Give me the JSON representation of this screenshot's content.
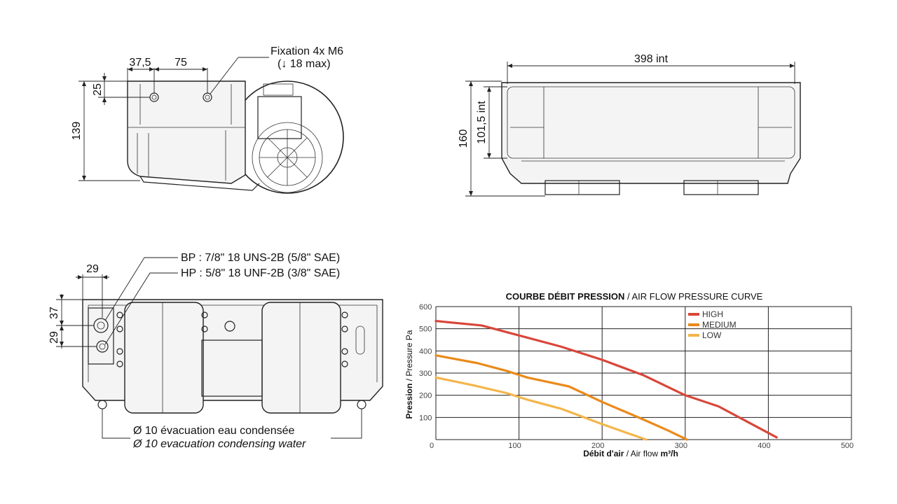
{
  "side_view": {
    "dim_37_5": "37,5",
    "dim_75": "75",
    "dim_25": "25",
    "dim_139": "139",
    "fixation_line1": "Fixation 4x M6",
    "fixation_line2": "(↓ 18 max)"
  },
  "front_view": {
    "dim_398": "398 int",
    "dim_101_5": "101,5 int",
    "dim_160": "160"
  },
  "rear_view": {
    "dim_29_top": "29",
    "dim_37": "37",
    "dim_29_left": "29",
    "bp_label": "BP : 7/8\" 18 UNS-2B (5/8\" SAE)",
    "hp_label": "HP : 5/8\" 18 UNF-2B (3/8\" SAE)",
    "drain_fr": "Ø 10 évacuation eau condensée",
    "drain_en": "Ø 10 evacuation condensing water"
  },
  "chart_data": {
    "type": "line",
    "title_bold": "COURBE DÉBIT PRESSION",
    "title_sep": " / ",
    "title_rest": "AIR FLOW PRESSURE CURVE",
    "xlabel_bold": "Débit d'air",
    "xlabel_rest": " / Air flow ",
    "xlabel_unit": "m³/h",
    "ylabel_bold": "Pression",
    "ylabel_rest": " / Pressure Pa",
    "xlim": [
      0,
      500
    ],
    "ylim": [
      0,
      600
    ],
    "x_ticks": [
      "0",
      "100",
      "200",
      "300",
      "400",
      "500"
    ],
    "y_ticks": [
      "100",
      "200",
      "300",
      "400",
      "500",
      "600"
    ],
    "grid": true,
    "legend_position": "top-center",
    "series": [
      {
        "name": "HIGH",
        "color": "#d9463a",
        "x": [
          0,
          55,
          100,
          150,
          200,
          250,
          300,
          340,
          380,
          410
        ],
        "y": [
          535,
          515,
          470,
          420,
          360,
          290,
          200,
          150,
          70,
          10
        ]
      },
      {
        "name": "MEDIUM",
        "color": "#ea8a1a",
        "x": [
          0,
          50,
          85,
          110,
          160,
          200,
          250,
          280,
          302
        ],
        "y": [
          380,
          345,
          310,
          280,
          240,
          170,
          90,
          40,
          0
        ]
      },
      {
        "name": "LOW",
        "color": "#f4b54a",
        "x": [
          0,
          45,
          85,
          110,
          150,
          200,
          230,
          253
        ],
        "y": [
          280,
          245,
          210,
          180,
          140,
          70,
          30,
          0
        ]
      }
    ]
  }
}
